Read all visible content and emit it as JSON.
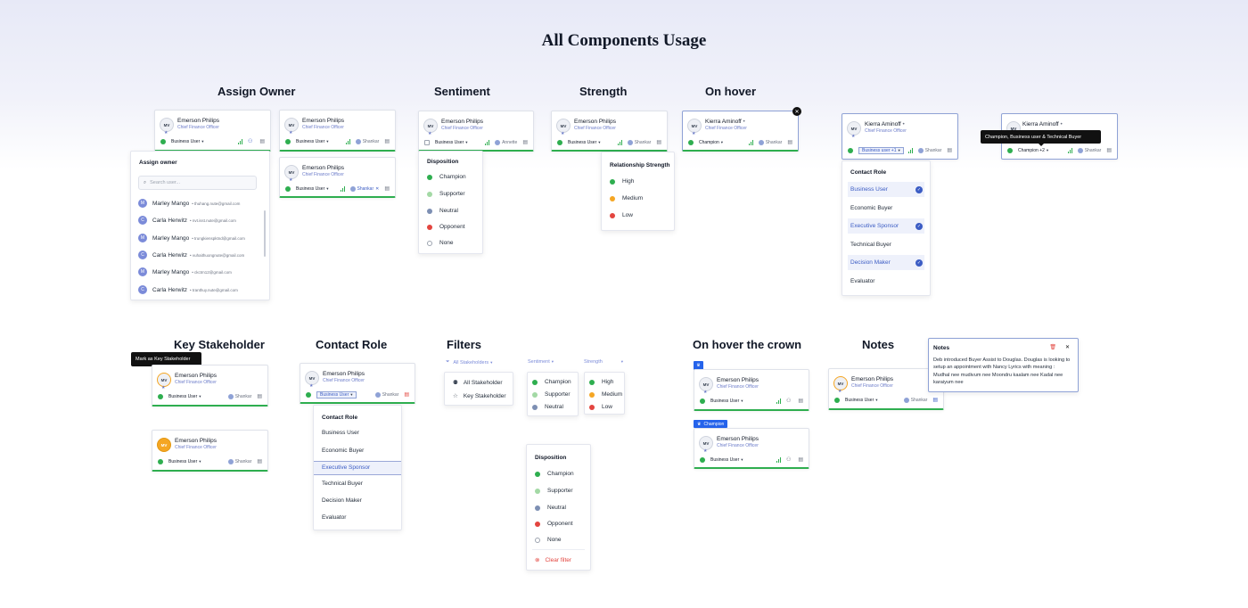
{
  "page_title": "All Components Usage",
  "sections": {
    "assign_owner": "Assign Owner",
    "sentiment": "Sentiment",
    "strength": "Strength",
    "on_hover": "On hover",
    "key_stakeholder": "Key Stakeholder",
    "contact_role": "Contact Role",
    "filters": "Filters",
    "on_hover_crown": "On hover the crown",
    "notes": "Notes"
  },
  "person": {
    "initials": "MV",
    "name": "Emerson Philips",
    "title": "Chief Finance Officer",
    "role": "Business User",
    "owner": "Shankar",
    "owner_alt": "Annette"
  },
  "hover_person": {
    "initials": "MV",
    "name": "Kierra Aminoff",
    "title": "Chief Finance Officer",
    "role_champion": "Champion",
    "role_multi": "Business user +1",
    "role_multi2": "Champion +2",
    "owner": "Shankar",
    "tooltip": "Champion, Business user & Technical Buyer"
  },
  "assign_owner_panel": {
    "title": "Assign owner",
    "search_placeholder": "Search user...",
    "users": [
      {
        "initial": "M",
        "name": "Marley Mango",
        "email": "thuhang.nute@gmail.com"
      },
      {
        "initial": "C",
        "name": "Carla Herwitz",
        "email": "nvt.isst.nute@gmail.com"
      },
      {
        "initial": "M",
        "name": "Marley Mango",
        "email": "trungkienspktnd@gmail.com"
      },
      {
        "initial": "C",
        "name": "Carla Herwitz",
        "email": "vuhaithuongnute@gmail.com"
      },
      {
        "initial": "M",
        "name": "Marley Mango",
        "email": "ckctm12@gmail.com"
      },
      {
        "initial": "C",
        "name": "Carla Herwitz",
        "email": "tranthuy.nute@gmail.com"
      }
    ]
  },
  "disposition": {
    "title": "Disposition",
    "options": [
      "Champion",
      "Supporter",
      "Neutral",
      "Opponent",
      "None"
    ],
    "colors": [
      "#2eae4f",
      "#a3d9a5",
      "#7d8fb3",
      "#e3453f",
      "#ffffff"
    ],
    "clear_filter": "Clear filter"
  },
  "strength_panel": {
    "title": "Relationship Strength",
    "options": [
      "High",
      "Medium",
      "Low"
    ],
    "colors": [
      "#2eae4f",
      "#f5a623",
      "#e3453f"
    ]
  },
  "contact_role": {
    "title": "Contact Role",
    "options": [
      "Business User",
      "Economic Buyer",
      "Executive Sponsor",
      "Technical Buyer",
      "Decision Maker",
      "Evaluator"
    ]
  },
  "key_stakeholder": {
    "tooltip": "Mark as Key Stakeholder",
    "gold_initials": "MV"
  },
  "filters": {
    "stakeholders": "All Stakeholders",
    "sentiment": "Sentiment",
    "strength": "Strength",
    "stakeholder_options": [
      "All Stakeholder",
      "Key Stakeholder"
    ]
  },
  "crown": {
    "label": "Champion"
  },
  "notes": {
    "title": "Notes",
    "text": "Deb introduced Buyer Assist to Douglas. Douglas is looking to setup an appointment with Nancy Lyrics with meaning : Mudhal nee mudivum nee Moondru kaalam nee Kadal nee karaiyum nee"
  },
  "icons": {
    "star": "★",
    "chevron": "▾",
    "person_add": "⚇",
    "doc": "▤",
    "search": "⌕",
    "close": "✕",
    "check": "✓",
    "filter": "⏷",
    "people": "⚉",
    "star_outline": "☆",
    "crown": "♛",
    "trash": "🗑",
    "clear": "⊗"
  }
}
